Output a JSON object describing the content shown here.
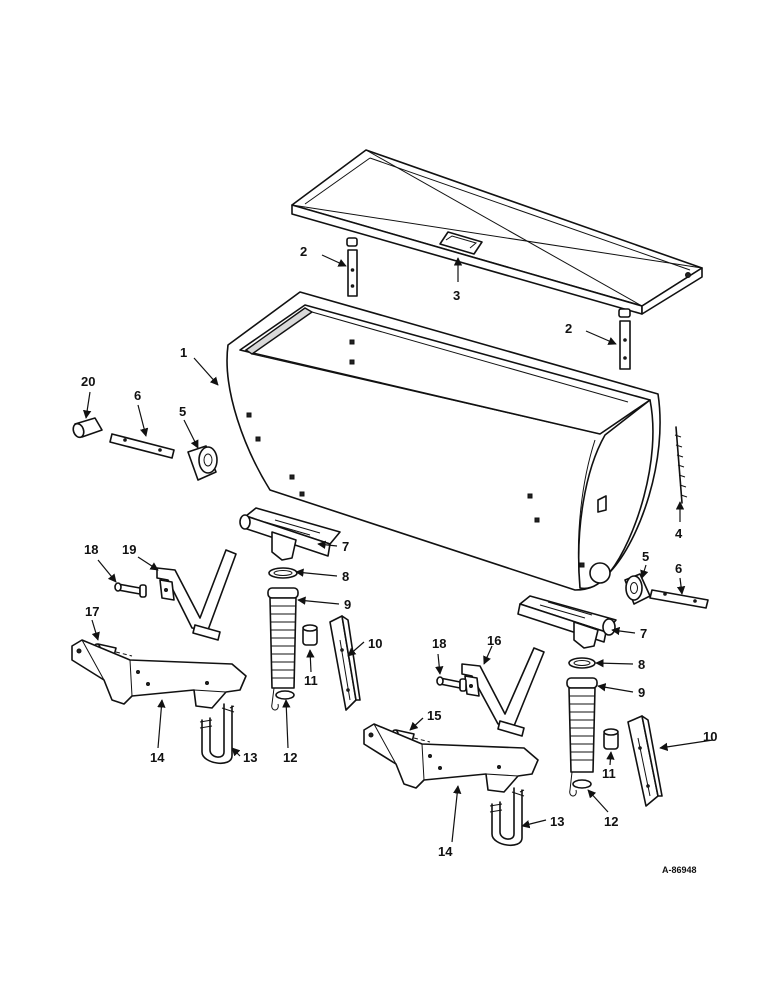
{
  "drawing_ref": "A-86948",
  "callouts": {
    "c1": "1",
    "c2a": "2",
    "c2b": "2",
    "c3": "3",
    "c4": "4",
    "c5a": "5",
    "c5b": "5",
    "c6a": "6",
    "c6b": "6",
    "c7a": "7",
    "c7b": "7",
    "c8a": "8",
    "c8b": "8",
    "c9a": "9",
    "c9b": "9",
    "c10a": "10",
    "c10b": "10",
    "c11a": "11",
    "c11b": "11",
    "c12a": "12",
    "c12b": "12",
    "c13a": "13",
    "c13b": "13",
    "c14a": "14",
    "c14b": "14",
    "c15": "15",
    "c16": "16",
    "c17": "17",
    "c18a": "18",
    "c18b": "18",
    "c19": "19",
    "c20": "20"
  }
}
